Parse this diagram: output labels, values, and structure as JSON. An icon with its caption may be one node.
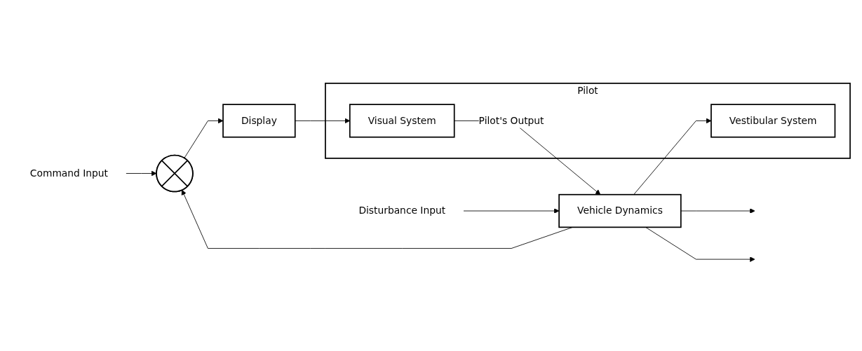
{
  "diagram": {
    "nodes": [
      {
        "text": [
          "Command Input"
        ]
      },
      {
        "text": [],
        "shape": "circle"
      },
      {
        "text": [
          "Display"
        ]
      },
      {
        "text": [
          "Pilot"
        ]
      },
      {
        "text": [
          "Visual System"
        ],
        "in": 3
      },
      {
        "text": [
          "Vestibular System"
        ],
        "in": 3
      },
      {
        "text": [
          "Vehicle Dynamics"
        ]
      },
      {
        "text": [
          "Disturbance Input"
        ]
      }
    ],
    "edges": [
      {
        "from": 0,
        "to": 1,
        "arrow": "to"
      },
      {
        "from": 1,
        "to": 2,
        "arrow": "to"
      },
      {
        "from": 2,
        "to": 4,
        "arrow": "to"
      },
      {
        "from": 4,
        "to": 6,
        "arrow": "to",
        "label": "Pilot's Output"
      },
      {
        "from": 7,
        "to": 6,
        "arrow": "to"
      },
      {
        "from": 6,
        "to": null,
        "arrow": "to"
      },
      {
        "from": 6,
        "to": null,
        "arrow": "to"
      },
      {
        "from": 6,
        "to": 5,
        "arrow": "to"
      },
      {
        "from": 6,
        "to": 1,
        "arrow": "to"
      }
    ]
  }
}
